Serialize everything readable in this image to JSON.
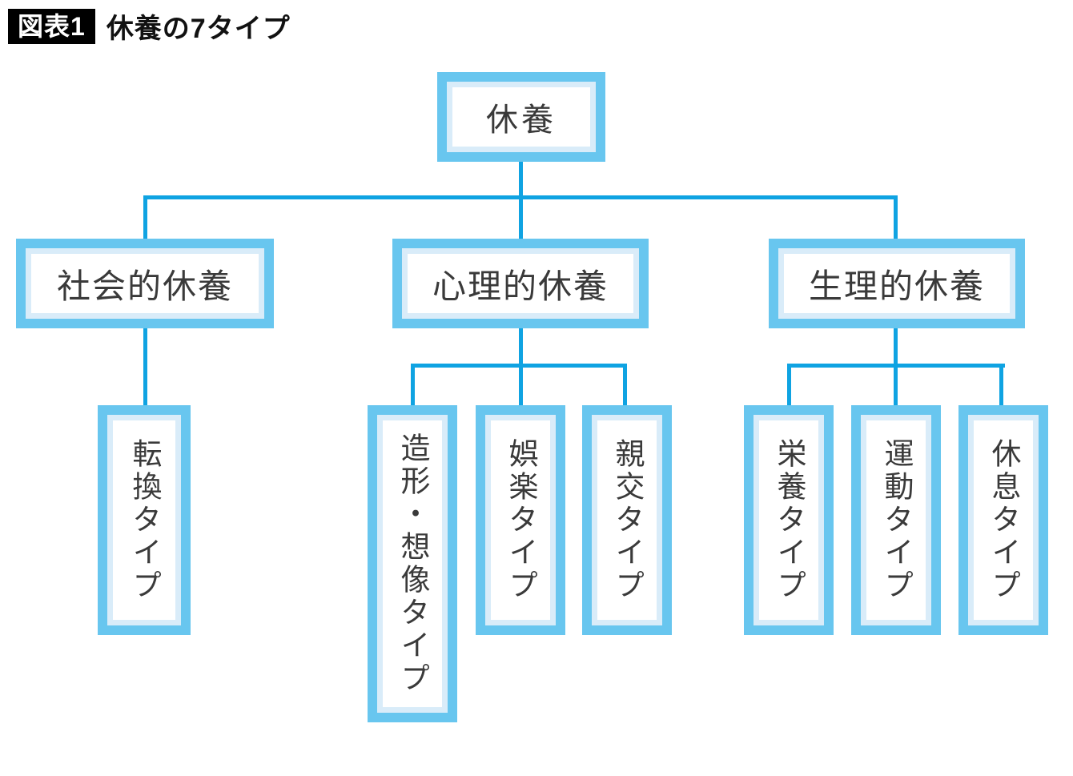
{
  "figure": {
    "tag_label": "図表1",
    "title": "休養の7タイプ"
  },
  "colors": {
    "box_border": "#68C6EF",
    "box_ring": "#D9ECF9",
    "connector": "#0FA3E2",
    "tag_bg": "#000000",
    "tag_text": "#FFFFFF",
    "label_text": "#3A3A3A",
    "title_text": "#111111"
  },
  "tree": {
    "root": {
      "label": "休養"
    },
    "branches": [
      {
        "label": "社会的休養",
        "children": [
          "転換タイプ"
        ]
      },
      {
        "label": "心理的休養",
        "children": [
          "造形・想像タイプ",
          "娯楽タイプ",
          "親交タイプ"
        ]
      },
      {
        "label": "生理的休養",
        "children": [
          "栄養タイプ",
          "運動タイプ",
          "休息タイプ"
        ]
      }
    ]
  }
}
